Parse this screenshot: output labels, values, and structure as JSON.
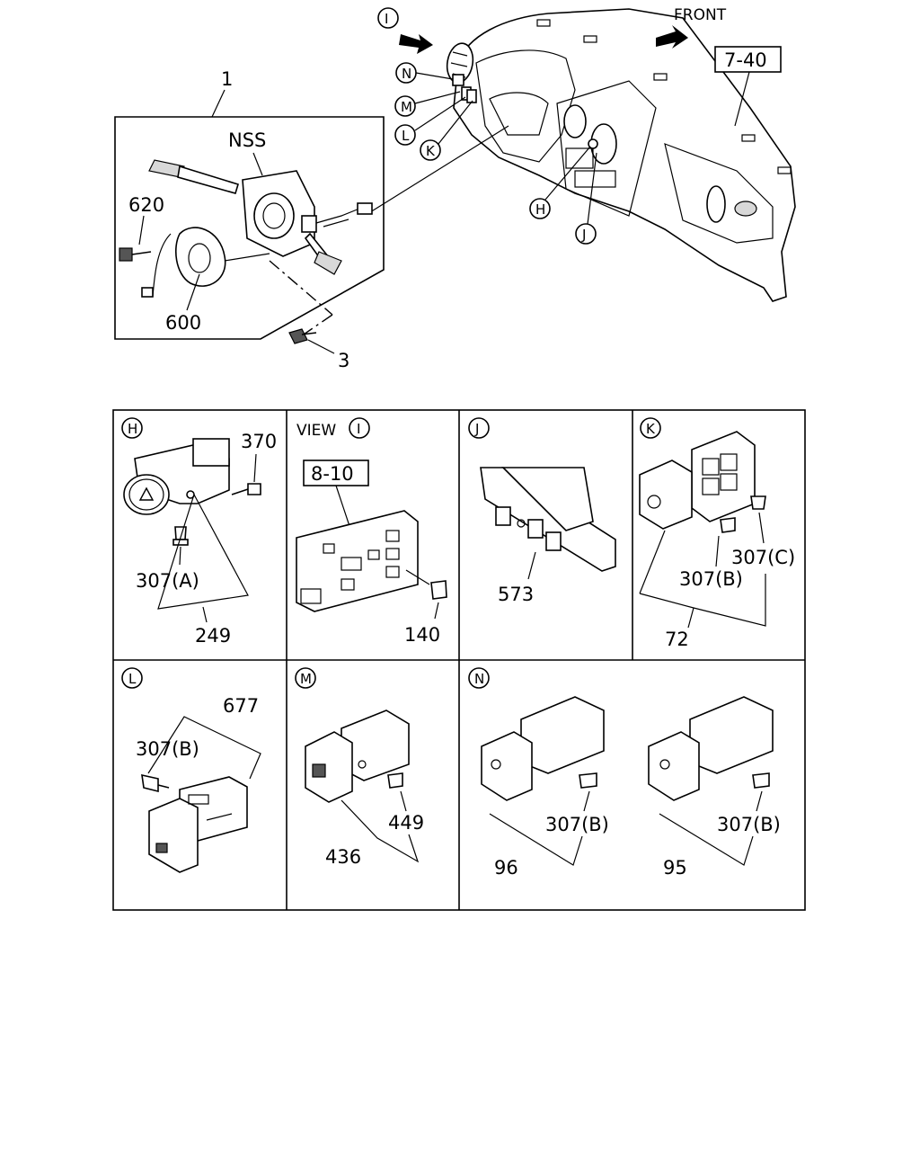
{
  "top": {
    "front_label": "FRONT",
    "ref_dash": "7-40",
    "callouts": {
      "i": "I",
      "n": "N",
      "m": "M",
      "l": "L",
      "k": "K",
      "h": "H",
      "j": "J"
    },
    "switch_assembly": {
      "number": "1",
      "nss": "NSS",
      "bolt": "620",
      "clock_spring": "600",
      "screw": "3"
    }
  },
  "panels": {
    "h": {
      "letter": "H",
      "screw": "370",
      "clip": "307(A)",
      "part": "249"
    },
    "i": {
      "view": "VIEW",
      "letter": "I",
      "ref": "8-10",
      "bulb": "140"
    },
    "j": {
      "letter": "J",
      "part": "573"
    },
    "k": {
      "letter": "K",
      "clip_c": "307(C)",
      "clip_b": "307(B)",
      "part": "72"
    },
    "l": {
      "letter": "L",
      "part": "677",
      "clip": "307(B)"
    },
    "m": {
      "letter": "M",
      "clip": "449",
      "part": "436"
    },
    "n": {
      "letter": "N",
      "clip_a": "307(B)",
      "part_a": "96",
      "clip_b": "307(B)",
      "part_b": "95"
    }
  }
}
